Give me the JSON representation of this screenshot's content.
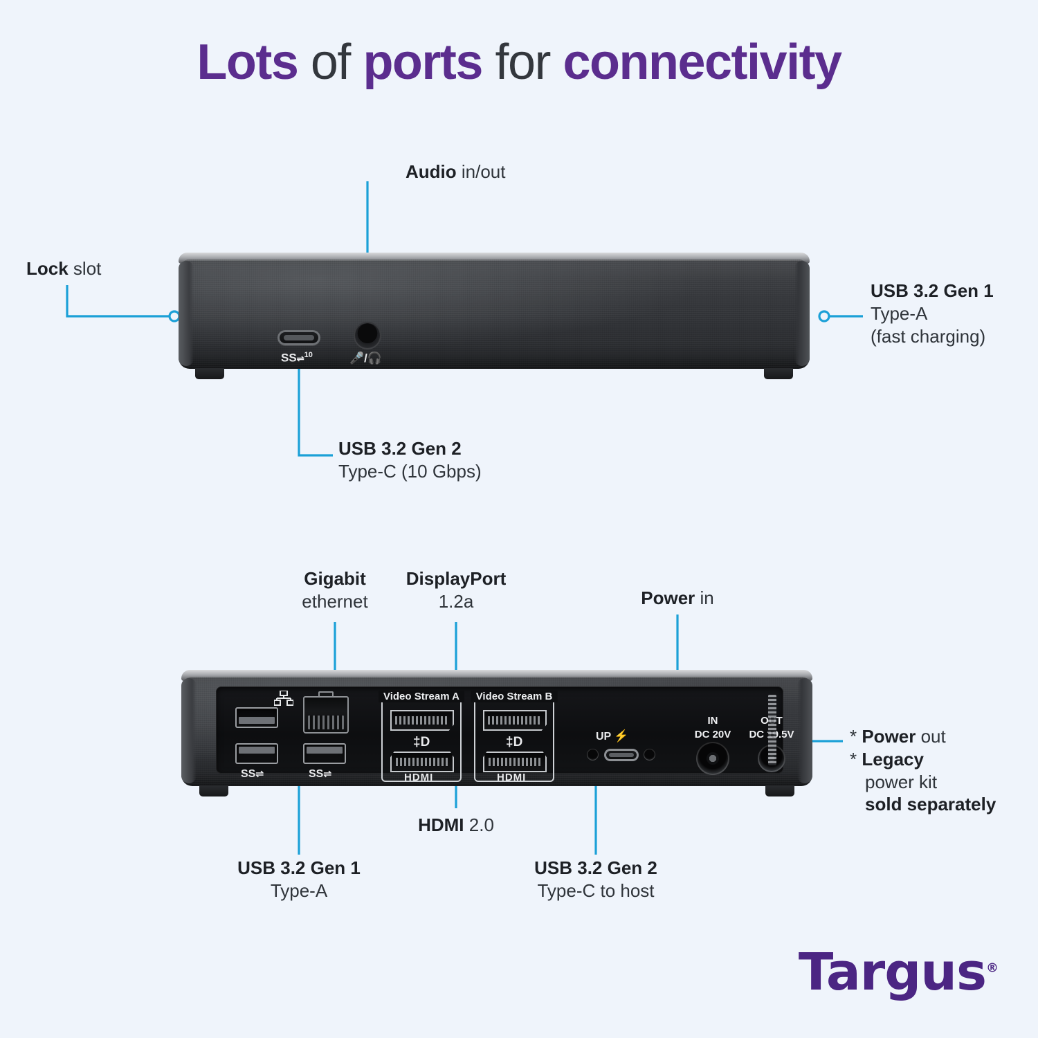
{
  "title": {
    "parts": [
      {
        "text": "Lots",
        "weight": "bold"
      },
      {
        "text": " of ",
        "weight": "regular"
      },
      {
        "text": "ports",
        "weight": "bold"
      },
      {
        "text": " for ",
        "weight": "regular"
      },
      {
        "text": "connectivity",
        "weight": "bold"
      }
    ],
    "full_text": "Lots of ports for connectivity"
  },
  "colors": {
    "background": "#eff4fb",
    "brand_purple": "#4b2583",
    "accent_cyan": "#1ba0d7",
    "text_dark": "#1d2025"
  },
  "callouts": {
    "lock_slot": {
      "bold": "Lock",
      "rest": " slot"
    },
    "audio": {
      "bold": "Audio",
      "rest": " in/out"
    },
    "usb_front_a": {
      "bold": "USB 3.2 Gen 1",
      "line2": "Type-A",
      "line3": "(fast charging)"
    },
    "usb_front_c": {
      "bold": "USB 3.2 Gen 2",
      "line2": "Type-C (10 Gbps)"
    },
    "gigabit": {
      "bold": "Gigabit",
      "line2": "ethernet"
    },
    "displayport": {
      "bold": "DisplayPort",
      "line2": "1.2a"
    },
    "power_in": {
      "bold": "Power",
      "rest": " in"
    },
    "hdmi": {
      "bold": "HDMI",
      "rest": " 2.0"
    },
    "usb_rear_a": {
      "bold": "USB 3.2 Gen 1",
      "line2": "Type-A"
    },
    "usb_rear_c": {
      "bold": "USB 3.2 Gen 2",
      "line2": "Type-C to host"
    },
    "power_out": {
      "line1_marker": "* ",
      "line1_bold": "Power",
      "line1_rest": " out",
      "line2_marker": "* ",
      "line2_bold": "Legacy",
      "line3": "power kit",
      "line4_bold": "sold separately"
    }
  },
  "front_panel": {
    "usb_c_mark": "SS",
    "usb_c_speed": "10",
    "audio_mark": "/"
  },
  "rear_panel": {
    "stream_a_label": "Video Stream A",
    "stream_b_label": "Video Stream B",
    "dp_mark": "D",
    "hdmi_mark": "HDMI",
    "usb_a_mark": "SS",
    "usbc_up_label": "UP",
    "dc_in_line1": "IN",
    "dc_in_line2": "DC 20V",
    "dc_out_line1": "OUT",
    "dc_out_line2": "DC 19.5V"
  },
  "logo": {
    "text": "Targus",
    "registered": "®"
  }
}
